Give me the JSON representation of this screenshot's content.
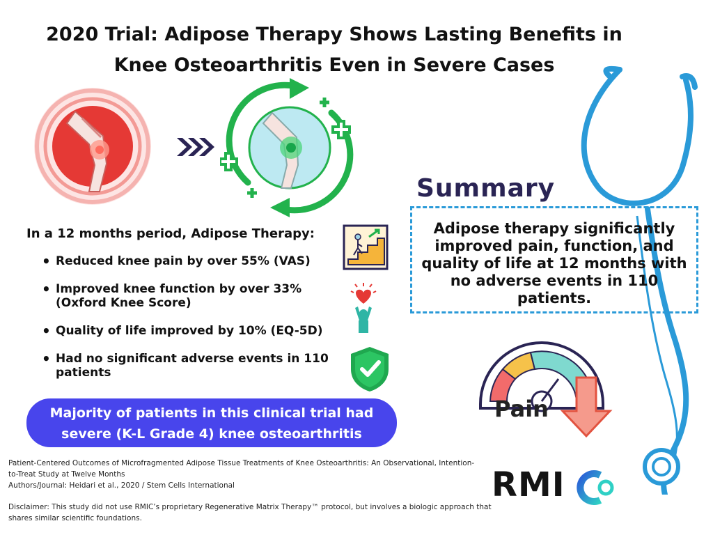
{
  "title": {
    "line1": "2020 Trial: Adipose Therapy Shows Lasting Benefits in",
    "line2": "Knee Osteoarthritis Even in Severe Cases"
  },
  "intro": "In a 12 months period, Adipose Therapy:",
  "bullets": [
    "Reduced knee pain by over 55% (VAS)",
    "Improved knee function by over 33% (Oxford Knee Score)",
    "Quality of life improved by 10% (EQ-5D)",
    "Had no significant adverse events in 110 patients"
  ],
  "banner": "Majority of patients in this clinical trial had severe (K-L Grade 4) knee osteoarthritis",
  "summary": {
    "heading": "Summary",
    "text": "Adipose therapy significantly improved pain, function, and quality of life at 12 months with no adverse events in 110 patients."
  },
  "pain_label": "Pain",
  "reference": {
    "title": "Patient-Centered Outcomes of Microfragmented Adipose Tissue Treatments of Knee Osteoarthritis: An Observational, Intention-to-Treat Study at Twelve Months",
    "authors": "Authors/Journal: Heidari et al., 2020 / Stem Cells International"
  },
  "disclaimer": "Disclaimer: This study did not use RMIC’s proprietary Regenerative Matrix Therapy™ protocol, but involves a biologic approach that shares similar scientific foundations.",
  "logo": {
    "text": "RMI"
  },
  "colors": {
    "accent_blue": "#4845ec",
    "summary_border": "#2a9ad8",
    "stethoscope": "#2a9ad8",
    "pain_red": "#e53935",
    "heal_green": "#22b24c",
    "arrow_navy": "#2a2454"
  },
  "icons": [
    "inflamed-knee-icon",
    "healed-knee-icon",
    "chevron-arrows-icon",
    "stairs-climb-icon",
    "heart-person-icon",
    "shield-check-icon",
    "pain-gauge-icon",
    "down-arrow-icon",
    "stethoscope-icon",
    "logo-c-icon"
  ]
}
